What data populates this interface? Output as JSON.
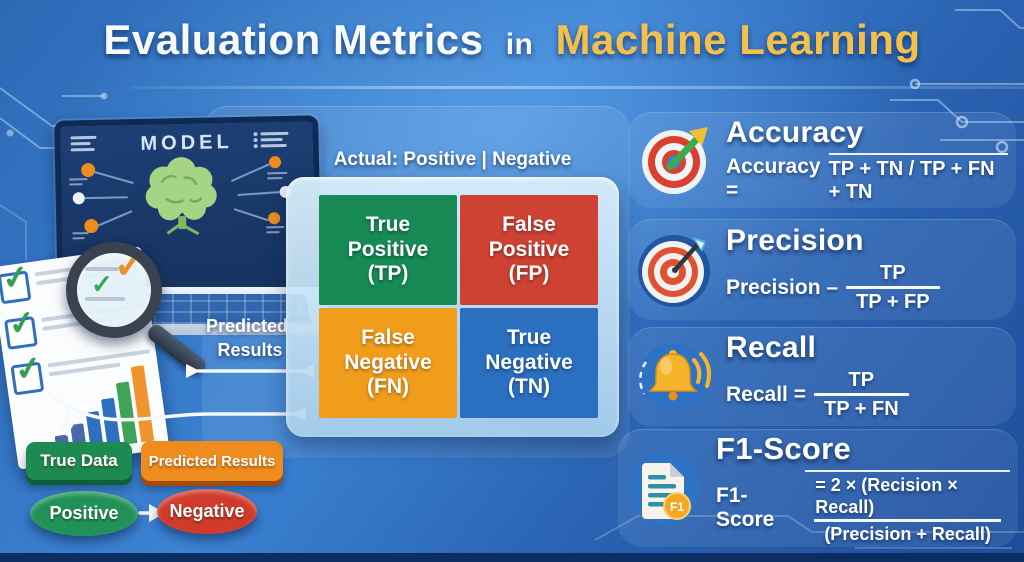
{
  "title": {
    "part1": "Evaluation Metrics",
    "part2": "in",
    "part3": "Machine Learning"
  },
  "colors": {
    "title_gold": "#f3c04e",
    "tp_green": "#178a55",
    "fp_red": "#cd4233",
    "fn_orange": "#f19d1c",
    "tn_blue": "#2b6fc0",
    "true_data_green": "#1d8a51",
    "predicted_orange": "#ee8c1e",
    "positive_green": "#219257",
    "negative_red": "#d03b2b",
    "background_blue": "#2f6fc0"
  },
  "model_screen": {
    "label": "MODEL"
  },
  "matrix": {
    "actual_label": "Actual: Positive | Negative",
    "predicted_label_line1": "Predicted:",
    "predicted_label_line2": "Results",
    "cells": [
      {
        "line1": "True",
        "line2": "Positive",
        "line3": "(TP)",
        "color": "#178a55"
      },
      {
        "line1": "False",
        "line2": "Positive",
        "line3": "(FP)",
        "color": "#cd4233"
      },
      {
        "line1": "False",
        "line2": "Negative",
        "line3": "(FN)",
        "color": "#f19d1c"
      },
      {
        "line1": "True",
        "line2": "Negative",
        "line3": "(TN)",
        "color": "#2b6fc0"
      }
    ]
  },
  "badges": {
    "true_data": "True Data",
    "predicted_results": "Predicted Results",
    "positive": "Positive",
    "negative": "Negative"
  },
  "metrics": [
    {
      "name": "Accuracy",
      "icon": "target-arrow-icon",
      "formula": {
        "prefix": "Accuracy =",
        "expression": "TP + TN / TP + FN + TN"
      }
    },
    {
      "name": "Precision",
      "icon": "target-dart-icon",
      "formula": {
        "prefix": "Precision –",
        "numerator": "TP",
        "denominator": "TP + FP"
      }
    },
    {
      "name": "Recall",
      "icon": "bell-icon",
      "formula": {
        "prefix": "Recall =",
        "numerator": "TP",
        "denominator": "TP + FN"
      }
    },
    {
      "name": "F1-Score",
      "icon": "document-f1-icon",
      "formula": {
        "prefix": "F1-Score",
        "numerator": "= 2 × (Recision × Recall)",
        "denominator": "(Precision + Recall)"
      }
    }
  ],
  "icons": {
    "f1_badge": "F1"
  }
}
